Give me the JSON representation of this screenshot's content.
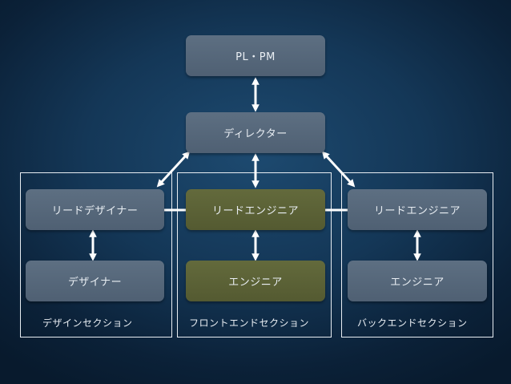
{
  "nodes": {
    "pl_pm": "PL・PM",
    "director": "ディレクター",
    "lead_designer": "リードデザイナー",
    "designer": "デザイナー",
    "front_lead_engineer": "リードエンジニア",
    "front_engineer": "エンジニア",
    "back_lead_engineer": "リードエンジニア",
    "back_engineer": "エンジニア"
  },
  "sections": {
    "design": "デザインセクション",
    "frontend": "フロントエンドセクション",
    "backend": "バックエンドセクション"
  },
  "colors": {
    "background": "#143757",
    "box_default": "#56677a",
    "box_highlight": "#5c6236",
    "text": "#e9eef3",
    "arrow": "#ffffff"
  }
}
